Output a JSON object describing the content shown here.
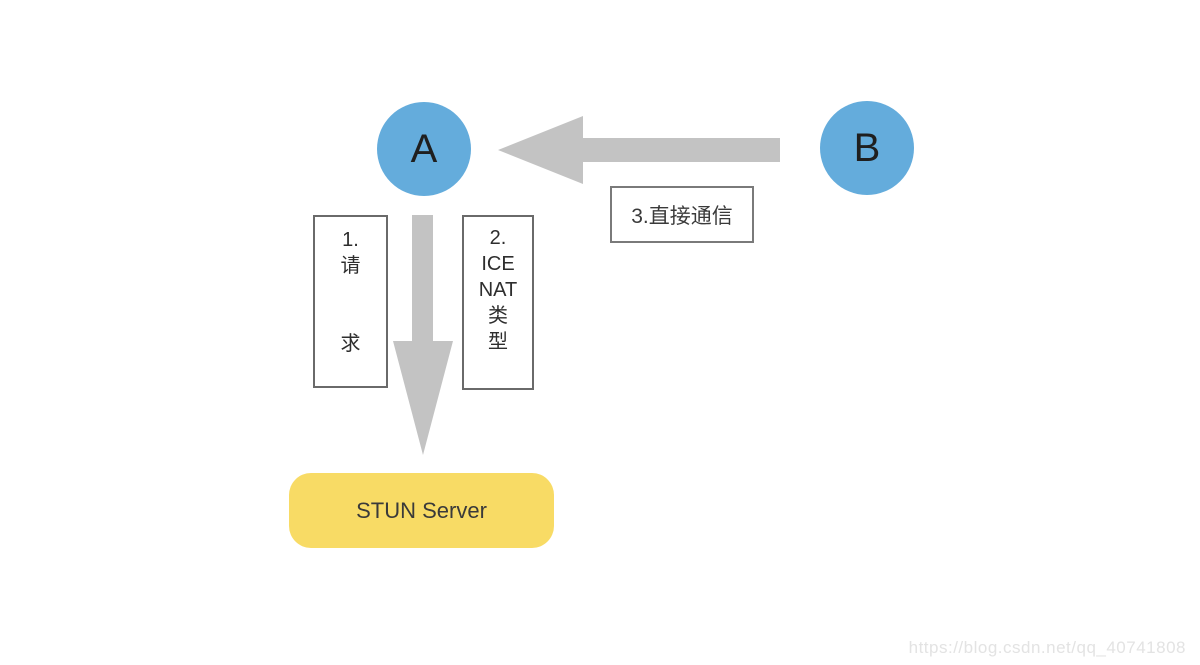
{
  "colors": {
    "background": "#FFFFFF",
    "node_blue": "#64ACDC",
    "server_yellow": "#F8DB65",
    "arrow_gray": "#C3C3C3",
    "box_border": "#6A6A6A",
    "label_border": "#7A7A7A",
    "text_dark": "#2E2E2E",
    "watermark_gray": "#E3E3E3"
  },
  "nodes": {
    "a": {
      "label": "A"
    },
    "b": {
      "label": "B"
    }
  },
  "steps": {
    "step1": {
      "lines": [
        "1.",
        "请",
        "求"
      ]
    },
    "step2": {
      "lines": [
        "2.",
        "ICE",
        "NAT",
        "类",
        "型"
      ]
    },
    "step3": {
      "label": "3.直接通信"
    }
  },
  "server": {
    "label": "STUN Server"
  },
  "arrows": [
    {
      "icon": "arrow-left-icon",
      "from": "B",
      "to": "A"
    },
    {
      "icon": "arrow-down-icon",
      "from": "A",
      "to": "STUN Server"
    }
  ],
  "watermark": "https://blog.csdn.net/qq_40741808"
}
